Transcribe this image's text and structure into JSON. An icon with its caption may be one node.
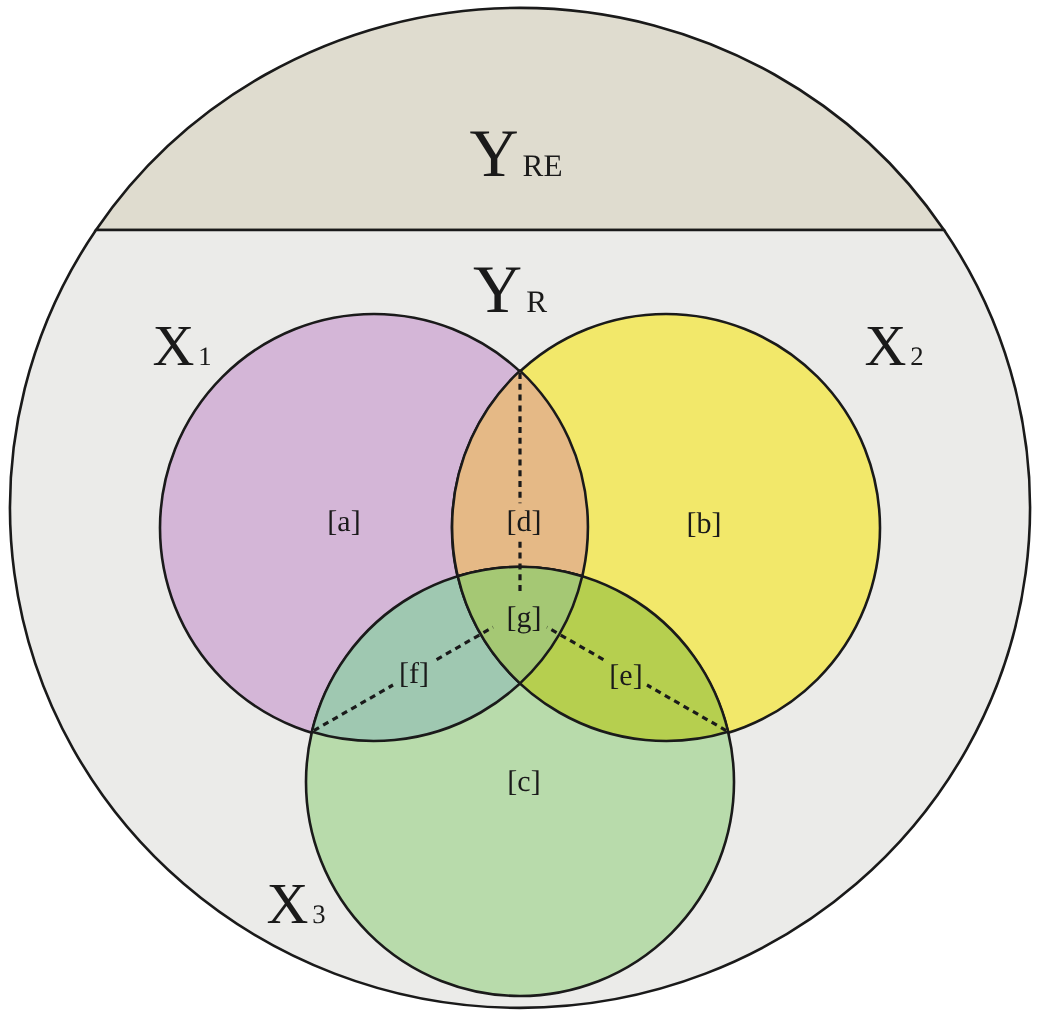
{
  "diagram": {
    "nodes": [
      {
        "text": [
          "Y$_{RE}$"
        ]
      },
      {
        "text": [
          "Y$_{R}$"
        ]
      },
      {
        "text": [
          "X$_{1}$"
        ],
        "in": 1
      },
      {
        "text": [
          "X$_{2}$"
        ],
        "in": 1
      },
      {
        "text": [
          "X$_{3}$"
        ],
        "in": 1
      }
    ],
    "labels": [
      "[a]",
      "[d]",
      "[b]",
      "[g]",
      "[f]",
      "[e]",
      "[c]"
    ]
  }
}
